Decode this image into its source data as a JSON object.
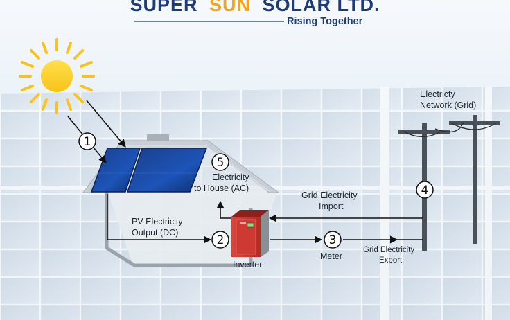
{
  "brand": {
    "name_part1": "SUPER",
    "name_part2": "SUN",
    "name_part3": "SOLAR LTD.",
    "tagline": "Rising Together",
    "colors": {
      "navy": "#1e3d78",
      "orange": "#f2a51c"
    }
  },
  "steps": [
    {
      "number": "1"
    },
    {
      "number": "2"
    },
    {
      "number": "3"
    },
    {
      "number": "4"
    },
    {
      "number": "5"
    }
  ],
  "labels": {
    "pv_output_line1": "PV Electricity",
    "pv_output_line2": "Output (DC)",
    "house_ac_line1": "Electricity",
    "house_ac_line2": "to House (AC)",
    "grid_import_line1": "Grid Electricity",
    "grid_import_line2": "Import",
    "grid_export_line1": "Grid Electricity",
    "grid_export_line2": "Export",
    "network_line1": "Electricty",
    "network_line2": "Network (Grid)",
    "inverter": "Inverter",
    "meter": "Meter"
  },
  "icons": [
    "sun-icon",
    "solar-panel-icon",
    "house-icon",
    "inverter-icon",
    "utility-pole-icon",
    "arrow-icon"
  ]
}
